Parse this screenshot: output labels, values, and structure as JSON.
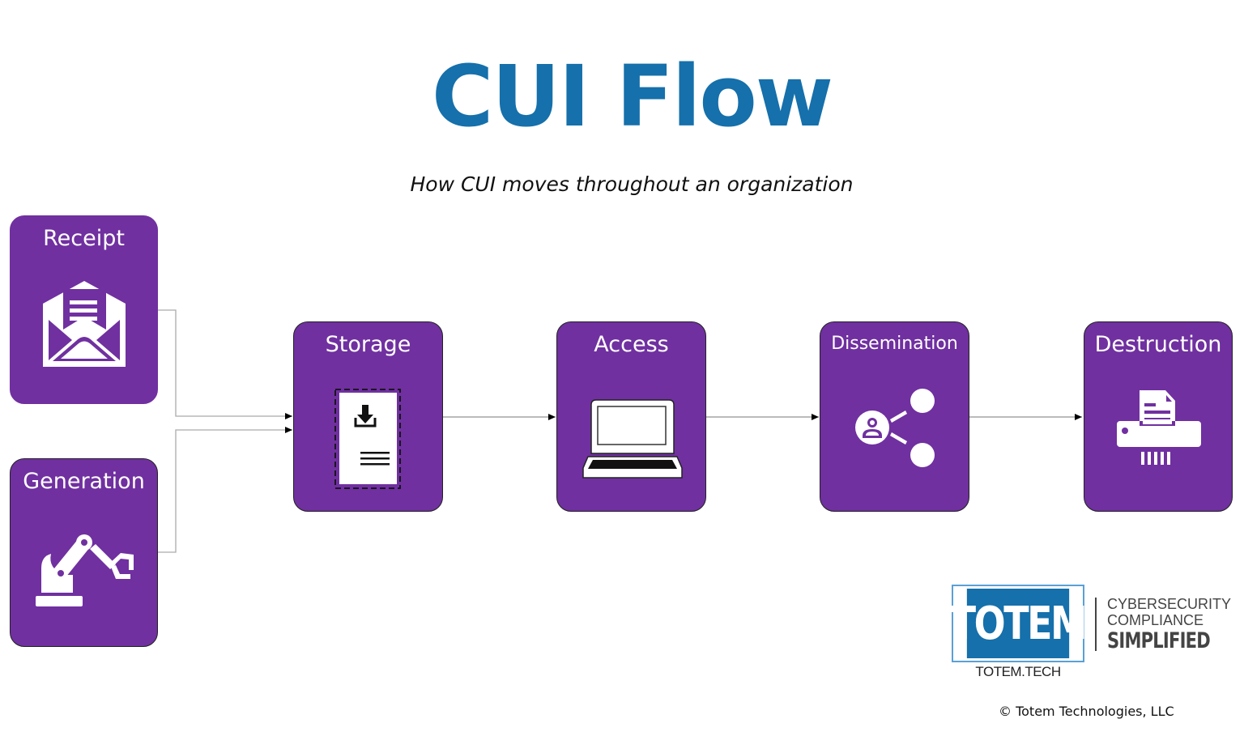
{
  "header": {
    "title": "CUI Flow",
    "subtitle": "How CUI moves throughout an organization"
  },
  "colors": {
    "title": "#1570ab",
    "node_fill": "#7030a0",
    "node_border": "#222222",
    "connector": "#999999",
    "arrowhead": "#000000"
  },
  "nodes": [
    {
      "id": "receipt",
      "label": "Receipt",
      "icon": "envelope-open-icon"
    },
    {
      "id": "generation",
      "label": "Generation",
      "icon": "robot-arm-icon"
    },
    {
      "id": "storage",
      "label": "Storage",
      "icon": "document-download-icon"
    },
    {
      "id": "access",
      "label": "Access",
      "icon": "laptop-icon"
    },
    {
      "id": "dissemination",
      "label": "Dissemination",
      "icon": "share-user-icon"
    },
    {
      "id": "destruction",
      "label": "Destruction",
      "icon": "shredder-icon"
    }
  ],
  "edges": [
    {
      "from": "receipt",
      "to": "storage"
    },
    {
      "from": "generation",
      "to": "storage"
    },
    {
      "from": "storage",
      "to": "access"
    },
    {
      "from": "access",
      "to": "dissemination"
    },
    {
      "from": "dissemination",
      "to": "destruction"
    }
  ],
  "logo": {
    "brand": "TOTEM",
    "url": "TOTEM.TECH",
    "tagline_1": "CYBERSECURITY",
    "tagline_2": "COMPLIANCE",
    "tagline_3": "SIMPLIFIED"
  },
  "footer": {
    "copyright": "© Totem Technologies, LLC"
  }
}
